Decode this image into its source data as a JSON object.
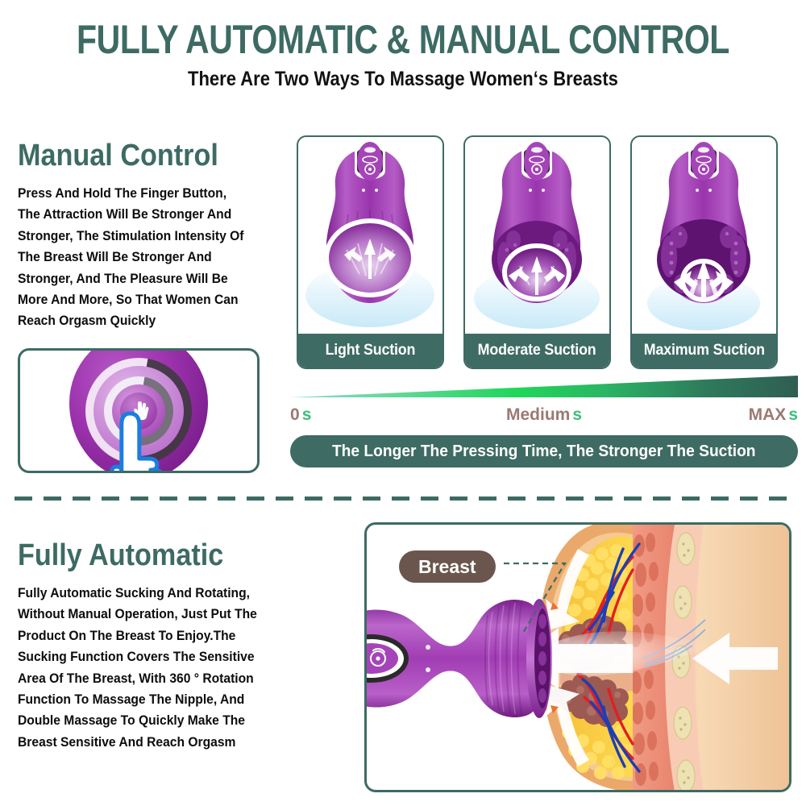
{
  "header": {
    "title": "FULLY AUTOMATIC & MANUAL CONTROL",
    "subtitle": "There Are Two Ways To Massage Women‘s Breasts"
  },
  "manual": {
    "heading": "Manual Control",
    "paragraph_lines": [
      "Press And Hold The Finger Button,",
      "The Attraction Will Be Stronger And",
      "Stronger, The Stimulation Intensity Of",
      "The Breast Will Be Stronger And",
      "Stronger, And The Pleasure Will Be",
      "More And More, So That Women Can",
      "Reach Orgasm Quickly"
    ],
    "finger_image_alt": "finger-press-button"
  },
  "suction_cards": [
    {
      "label": "Light Suction",
      "level": "light"
    },
    {
      "label": "Moderate Suction",
      "level": "moderate"
    },
    {
      "label": "Maximum Suction",
      "level": "maximum"
    }
  ],
  "scale": {
    "start": {
      "value": "0",
      "unit": "s"
    },
    "middle": {
      "value": "Medium",
      "unit": "s"
    },
    "end": {
      "value": "MAX",
      "unit": "s"
    },
    "banner": "The Longer The Pressing Time, The Stronger The Suction"
  },
  "automatic": {
    "heading": "Fully Automatic",
    "paragraph_lines": [
      "Fully Automatic Sucking And Rotating,",
      "Without Manual Operation, Just Put The",
      "Product On The Breast To Enjoy.The",
      "Sucking Function Covers The Sensitive",
      "Area Of The Breast, With 360 ° Rotation",
      "Function To Massage The Nipple, And",
      "Double Massage To Quickly Make The",
      "Breast Sensitive And Reach Orgasm"
    ],
    "callout_label": "Breast"
  },
  "colors": {
    "teal": "#3d6b64",
    "teal_bar": "#3e6b63",
    "purple": "#9c32ad",
    "badge_brown": "#6b564e",
    "label_mauve": "#9b7a72",
    "label_green": "#3ebd80",
    "gradient_start": "#8fd8cf",
    "gradient_mid": "#1fd65a",
    "gradient_end": "#2f5e52"
  }
}
